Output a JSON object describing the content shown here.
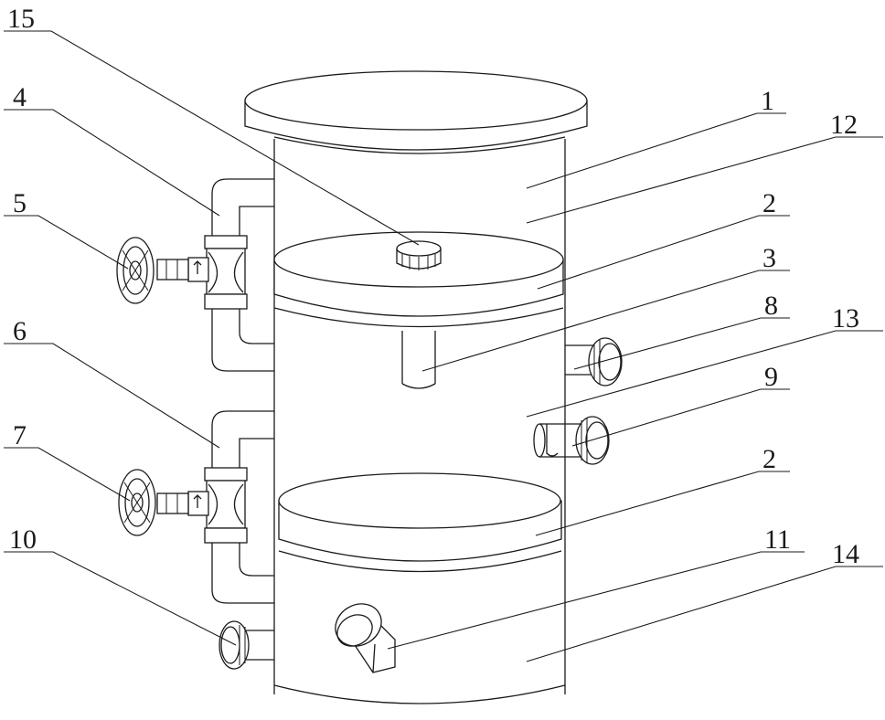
{
  "labels": {
    "l15": "15",
    "l4": "4",
    "l5": "5",
    "l6": "6",
    "l7": "7",
    "l10": "10",
    "l1": "1",
    "l12": "12",
    "l2a": "2",
    "l3": "3",
    "l8": "8",
    "l13": "13",
    "l9": "9",
    "l2b": "2",
    "l11": "11",
    "l14": "14"
  }
}
